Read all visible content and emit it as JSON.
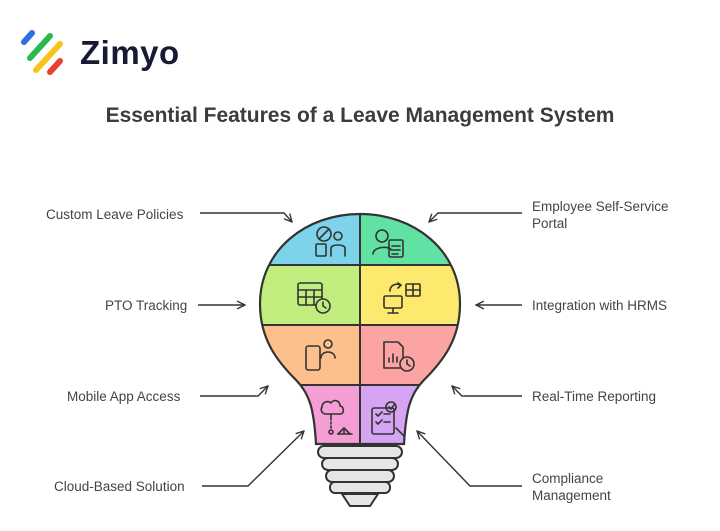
{
  "brand": {
    "name": "Zimyo"
  },
  "title": "Essential Features of a Leave Management System",
  "features_left": [
    {
      "id": "custom",
      "label": "Custom Leave Policies",
      "icon": "policy-icon"
    },
    {
      "id": "pto",
      "label": "PTO Tracking",
      "icon": "calendar-clock-icon"
    },
    {
      "id": "mobile",
      "label": "Mobile App Access",
      "icon": "mobile-user-icon"
    },
    {
      "id": "cloud",
      "label": "Cloud-Based Solution",
      "icon": "cloud-network-icon"
    }
  ],
  "features_right": [
    {
      "id": "ess",
      "label_line1": "Employee Self-Service",
      "label_line2": "Portal",
      "icon": "person-document-icon"
    },
    {
      "id": "hrms",
      "label": "Integration with HRMS",
      "icon": "monitor-sync-icon"
    },
    {
      "id": "report",
      "label": "Real-Time Reporting",
      "icon": "report-clock-icon"
    },
    {
      "id": "compliance",
      "label_line1": "Compliance",
      "label_line2": "Management",
      "icon": "checklist-icon"
    }
  ],
  "colors": {
    "custom": "#7cd3ea",
    "ess": "#62e1a5",
    "pto": "#c1ed7e",
    "hrms": "#fde96d",
    "mobile": "#fdc08c",
    "report": "#fca3a3",
    "cloud": "#f59dd5",
    "compliance": "#d7a4f4",
    "base": "#e6e6e6",
    "outline": "#333333",
    "brand_blue": "#2f6fe6",
    "brand_green": "#2db84f",
    "brand_yellow": "#f5c518",
    "brand_red": "#e8402f"
  }
}
